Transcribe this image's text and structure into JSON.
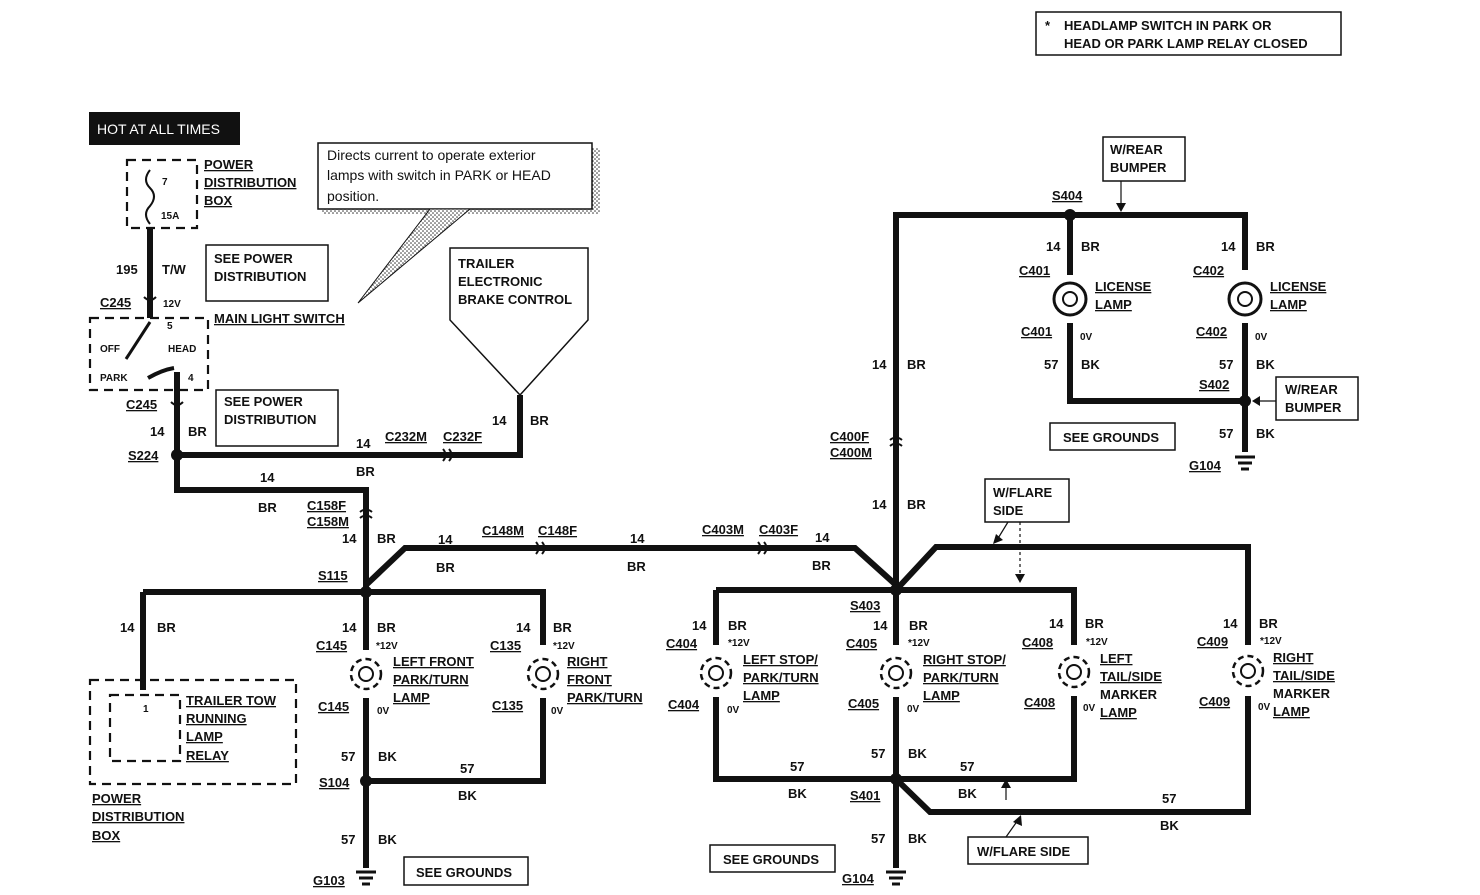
{
  "note": {
    "star": "*",
    "line1": "HEADLAMP SWITCH IN PARK OR",
    "line2": "HEAD OR PARK LAMP RELAY CLOSED"
  },
  "hot_label": "HOT AT ALL TIMES",
  "pdb": {
    "line1": "POWER",
    "line2": "DISTRIBUTION",
    "line3": "BOX",
    "fuse_num": "7",
    "fuse_amp": "15A"
  },
  "see_power_dist": {
    "line1": "SEE POWER",
    "line2": "DISTRIBUTION"
  },
  "callout": {
    "line1": "Directs current to operate exterior",
    "line2": "lamps with switch in PARK or HEAD",
    "line3": "position."
  },
  "main_switch": {
    "label": "MAIN LIGHT SWITCH",
    "off": "OFF",
    "park": "PARK",
    "head": "HEAD",
    "pin5": "5",
    "pin4": "4"
  },
  "trailer_brake": {
    "line1": "TRAILER",
    "line2": "ELECTRONIC",
    "line3": "BRAKE CONTROL"
  },
  "wire_195": "195",
  "color_tw": "T/W",
  "volt_12v": "12V",
  "volt_12v_star": "*12V",
  "volt_0v": "0V",
  "wire_14": "14",
  "wire_57": "57",
  "color_br": "BR",
  "color_bk": "BK",
  "connectors": {
    "c245": "C245",
    "s224": "S224",
    "c232m": "C232M",
    "c232f": "C232F",
    "c158f": "C158F",
    "c158m": "C158M",
    "s115": "S115",
    "c148m": "C148M",
    "c148f": "C148F",
    "c403m": "C403M",
    "c403f": "C403F",
    "c145": "C145",
    "c135": "C135",
    "c404": "C404",
    "c405": "C405",
    "c408": "C408",
    "c409": "C409",
    "s403": "S403",
    "s104": "S104",
    "s401": "S401",
    "g103": "G103",
    "g104": "G104",
    "c400f": "C400F",
    "c400m": "C400M",
    "s404": "S404",
    "c401": "C401",
    "c402": "C402",
    "s402": "S402"
  },
  "w_rear_bumper": {
    "line1": "W/REAR",
    "line2": "BUMPER"
  },
  "w_flare_side_top": {
    "line1": "W/FLARE",
    "line2": "SIDE"
  },
  "w_flare_side_bottom": "W/FLARE SIDE",
  "see_grounds": "SEE GROUNDS",
  "relay": {
    "line1": "TRAILER TOW",
    "line2": "RUNNING",
    "line3": "LAMP",
    "line4": "RELAY",
    "pin": "1"
  },
  "pdb_bottom": {
    "line1": "POWER",
    "line2": "DISTRIBUTION",
    "line3": "BOX"
  },
  "lamps": {
    "left_front": [
      "LEFT FRONT",
      "PARK/TURN",
      "LAMP"
    ],
    "right_front": [
      "RIGHT",
      "FRONT",
      "PARK/TURN"
    ],
    "left_stop": [
      "LEFT STOP/",
      "PARK/TURN",
      "LAMP"
    ],
    "right_stop": [
      "RIGHT STOP/",
      "PARK/TURN",
      "LAMP"
    ],
    "left_tail": [
      "LEFT",
      "TAIL/SIDE",
      "MARKER",
      "LAMP"
    ],
    "right_tail": [
      "RIGHT",
      "TAIL/SIDE",
      "MARKER",
      "LAMP"
    ],
    "license_l": [
      "LICENSE",
      "LAMP"
    ],
    "license_r": [
      "LICENSE",
      "LAMP"
    ]
  }
}
